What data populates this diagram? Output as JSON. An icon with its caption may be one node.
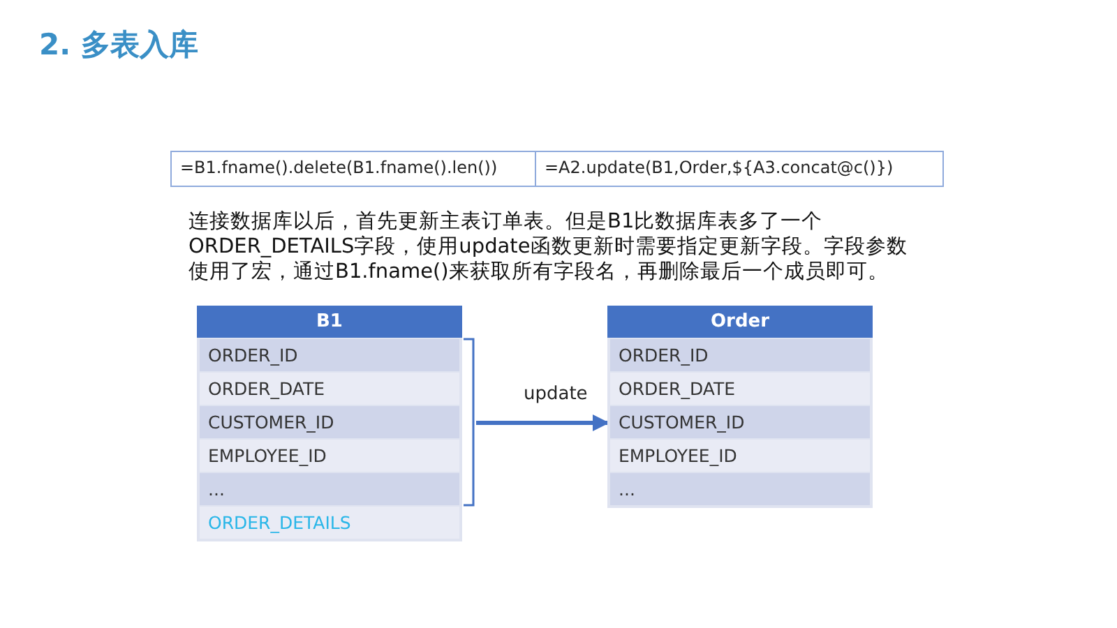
{
  "diagram": {
    "title": "2. 多表入库",
    "nodes": [
      {
        "text": [
          "B1"
        ]
      },
      {
        "text": [
          "ORDER_ID"
        ],
        "in": 0
      },
      {
        "text": [
          "ORDER_DATE"
        ],
        "in": 0
      },
      {
        "text": [
          "CUSTOMER_ID"
        ],
        "in": 0
      },
      {
        "text": [
          "EMPLOYEE_ID"
        ],
        "in": 0
      },
      {
        "text": [
          "..."
        ],
        "in": 0
      },
      {
        "text": [
          "ORDER_DETAILS"
        ],
        "in": 0
      },
      {
        "text": [
          "Order"
        ]
      },
      {
        "text": [
          "ORDER_ID"
        ],
        "in": 7
      },
      {
        "text": [
          "ORDER_DATE"
        ],
        "in": 7
      },
      {
        "text": [
          "CUSTOMER_ID"
        ],
        "in": 7
      },
      {
        "text": [
          "EMPLOYEE_ID"
        ],
        "in": 7
      },
      {
        "text": [
          "..."
        ],
        "in": 7
      }
    ],
    "edges": [
      {
        "from": 0,
        "to": 7,
        "arrow": "to",
        "label": "update"
      }
    ],
    "labels": [
      "=B1.fname().delete(B1.fname().len())",
      "=A2.update(B1,Order,${A3.concat@c()})",
      "连接数据库以后，首先更新主表订单表。但是B1比数据库表多了一个ORDER_DETAILS字段，使用update函数更新时需要指定更新字段。字段参数使用了宏，通过B1.fname()来获取所有字段名，再删除最后一个成员即可。"
    ]
  }
}
